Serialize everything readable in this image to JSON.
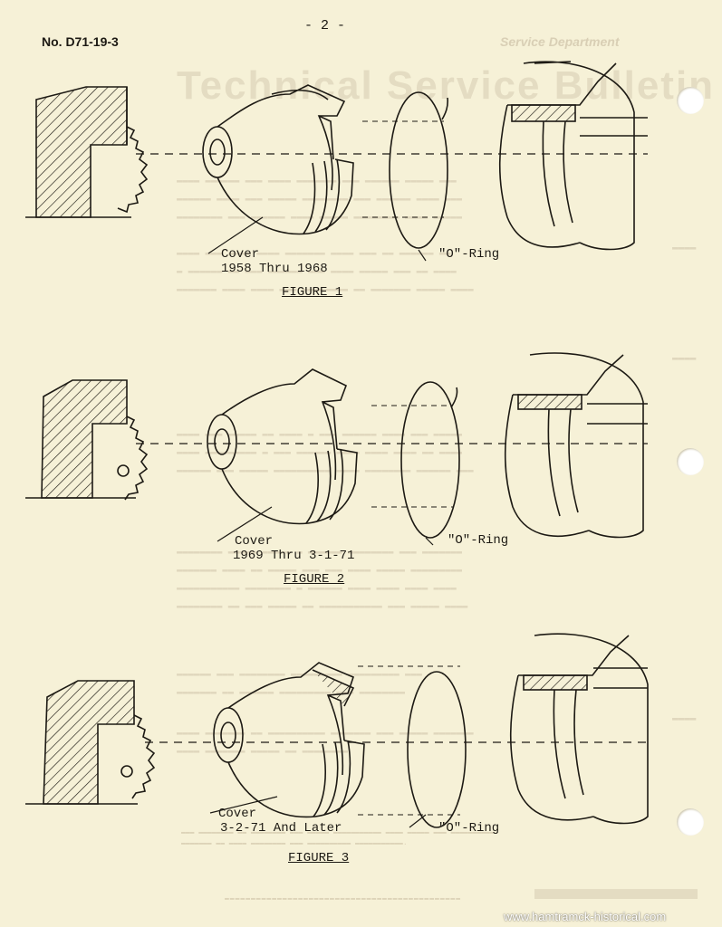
{
  "header": {
    "page_number": "- 2 -",
    "doc_number": "No. D71-19-3"
  },
  "figures": [
    {
      "title": "FIGURE 1",
      "cover_label": "Cover",
      "years": "1958 Thru 1968",
      "ring_label": "\"O\"-Ring"
    },
    {
      "title": "FIGURE 2",
      "cover_label": "Cover",
      "years": "1969 Thru 3-1-71",
      "ring_label": "\"O\"-Ring"
    },
    {
      "title": "FIGURE 3",
      "cover_label": "Cover",
      "years": "3-2-71 And Later",
      "ring_label": "\"O\"-Ring"
    }
  ],
  "watermark": "www.hamtramck-historical.com"
}
